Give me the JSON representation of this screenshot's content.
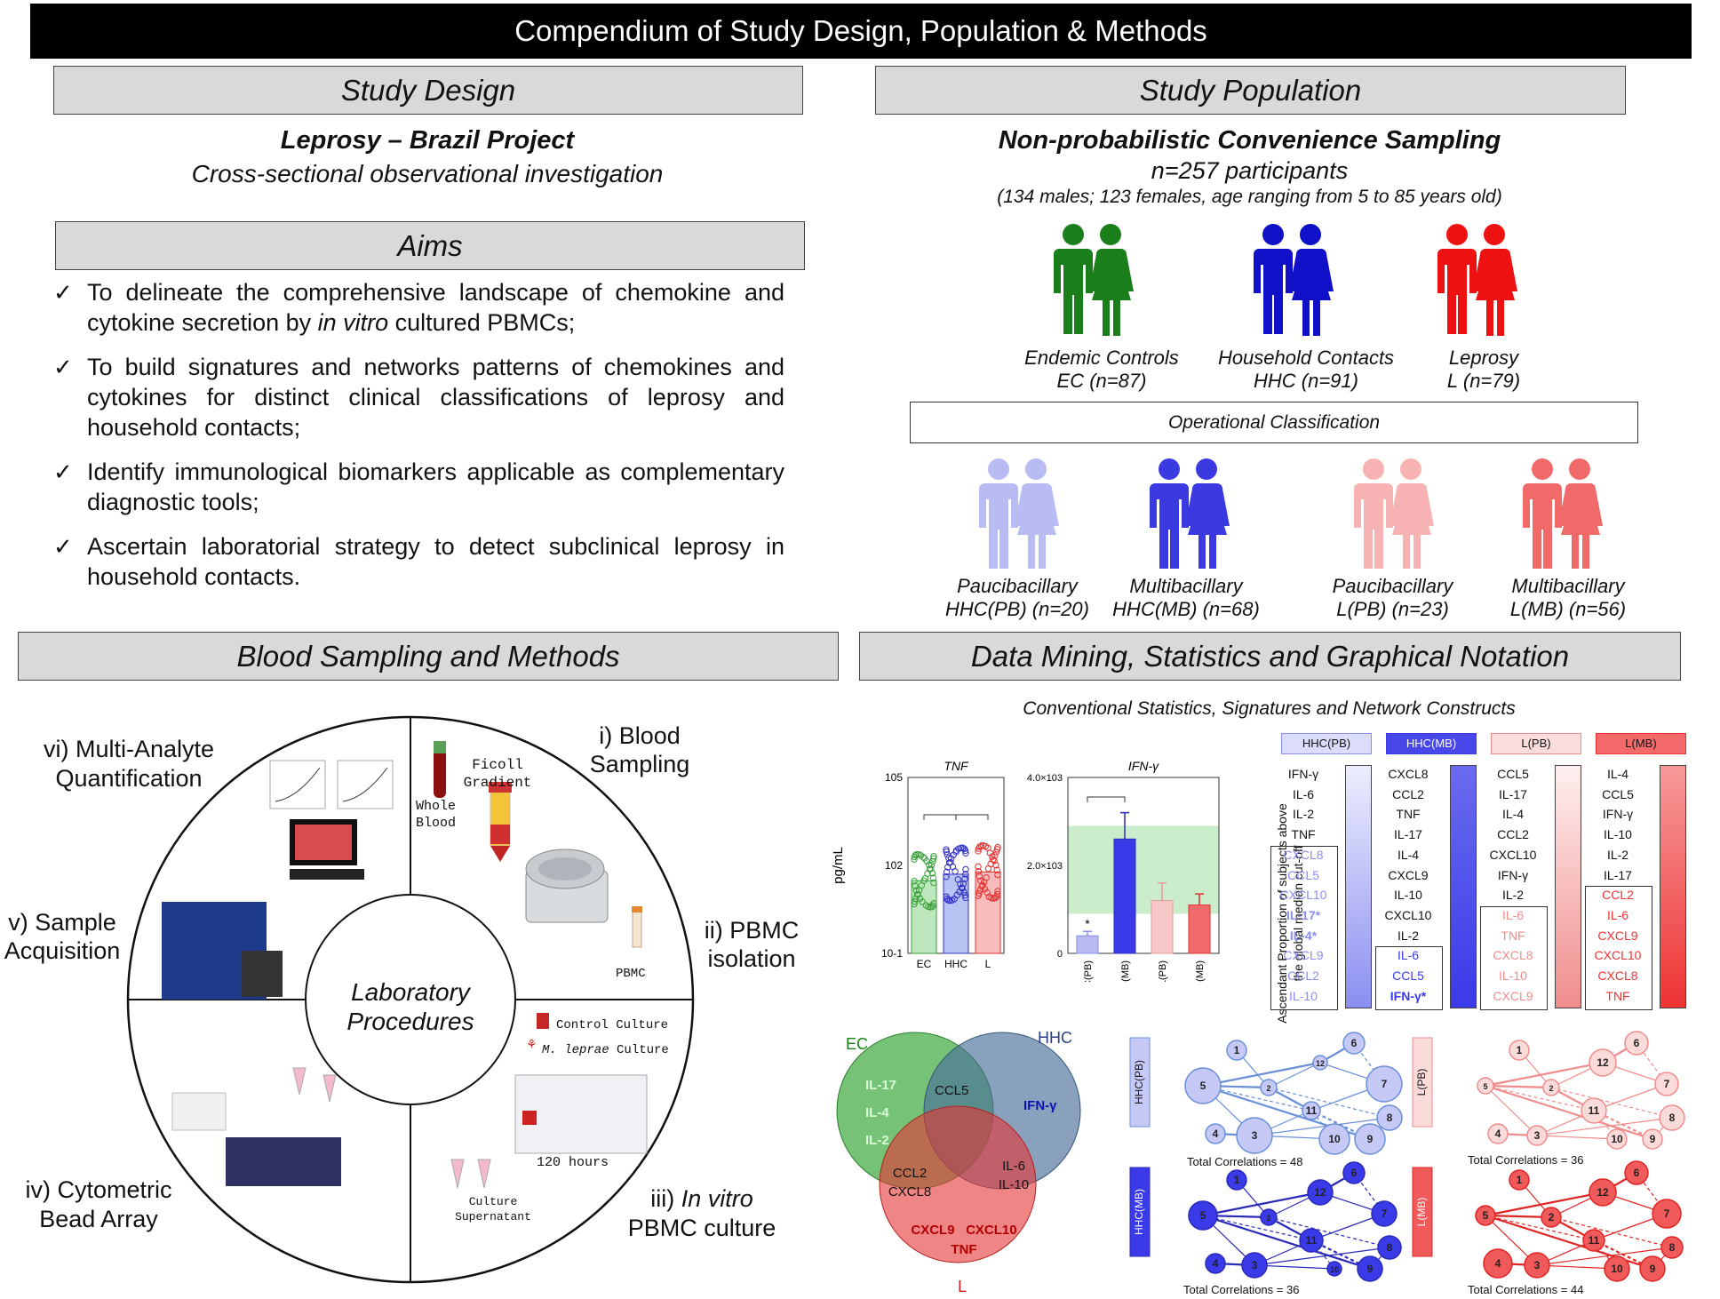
{
  "title": "Compendium of Study Design, Population & Methods",
  "study_design": {
    "header": "Study Design",
    "project": "Leprosy – Brazil Project",
    "type": "Cross-sectional observational investigation"
  },
  "aims": {
    "header": "Aims",
    "items": [
      {
        "pre": "To delineate the comprehensive landscape of chemokine and cytokine secretion by ",
        "italic": "in vitro",
        "post": " cultured PBMCs;"
      },
      {
        "pre": "To build signatures and networks patterns of chemokines and cytokines for distinct clinical classifications of leprosy and household contacts;",
        "italic": "",
        "post": ""
      },
      {
        "pre": "Identify immunological biomarkers applicable as complementary diagnostic tools;",
        "italic": "",
        "post": ""
      },
      {
        "pre": "Ascertain laboratorial strategy to detect subclinical leprosy in household contacts.",
        "italic": "",
        "post": ""
      }
    ]
  },
  "population": {
    "header": "Study Population",
    "sampling": "Non-probabilistic Convenience Sampling",
    "n": "n=257 participants",
    "demo": "(134 males; 123 females, age ranging from 5 to 85 years old)",
    "groups": [
      {
        "name": "Endemic Controls",
        "code": "EC (n=87)",
        "color": "#1a7f1a"
      },
      {
        "name": "Household Contacts",
        "code": "HHC (n=91)",
        "color": "#1010c8"
      },
      {
        "name": "Leprosy",
        "code": "L (n=79)",
        "color": "#ee1111"
      }
    ],
    "op_class": "Operational Classification",
    "subgroups": [
      {
        "name": "Paucibacillary",
        "code": "HHC(PB) (n=20)",
        "color": "#b9bbf3"
      },
      {
        "name": "Multibacillary",
        "code": "HHC(MB) (n=68)",
        "color": "#3a3ae0"
      },
      {
        "name": "Paucibacillary",
        "code": "L(PB) (n=23)",
        "color": "#f7b3b3"
      },
      {
        "name": "Multibacillary",
        "code": "L(MB) (n=56)",
        "color": "#f06a6a"
      }
    ]
  },
  "methods": {
    "header": "Blood Sampling and Methods",
    "center": [
      "Laboratory",
      "Procedures"
    ],
    "steps": {
      "s1": [
        "i) Blood",
        "Sampling"
      ],
      "s2": [
        "ii) PBMC",
        "isolation"
      ],
      "s3a": "iii) ",
      "s3b": "In vitro",
      "s3c": "PBMC culture",
      "s4": [
        "iv) Cytometric",
        "Bead Array"
      ],
      "s5": [
        "v) Sample",
        "Acquisition"
      ],
      "s6": [
        "vi) Multi-Analyte",
        "Quantification"
      ]
    },
    "labels": {
      "whole_blood": [
        "Whole",
        "Blood"
      ],
      "ficoll": [
        "Ficoll",
        "Gradient"
      ],
      "pbmc": "PBMC",
      "control_culture": "Control Culture",
      "mleprae_a": "M. leprae",
      "mleprae_b": " Culture",
      "hours": "120 hours",
      "supernatant": [
        "Culture",
        "Supernatant"
      ]
    }
  },
  "data_mining": {
    "header": "Data Mining, Statistics and Graphical Notation",
    "subtitle": "Conventional Statistics, Signatures and Network Constructs",
    "ylabel_signature": [
      "Ascendant Proportion of subjects above",
      "the global median cut-off"
    ],
    "signatures": [
      {
        "title": "HHC(PB)",
        "items": [
          "IFN-γ",
          "IL-6",
          "IL-2",
          "TNF",
          "CXCL8",
          "CCL5",
          "CXCL10",
          "IL-17*",
          "IL-4*",
          "CXCL9",
          "CCL2",
          "IL-10"
        ],
        "boxed_from": 4,
        "color": "#8a8ef0",
        "light": "#dcdcfb"
      },
      {
        "title": "HHC(MB)",
        "items": [
          "CXCL8",
          "CCL2",
          "TNF",
          "IL-17",
          "IL-4",
          "CXCL9",
          "IL-10",
          "CXCL10",
          "IL-2",
          "IL-6",
          "CCL5",
          "IFN-γ*"
        ],
        "boxed_from": 9,
        "color": "#3a3ae8",
        "light": "#4848ea"
      },
      {
        "title": "L(PB)",
        "items": [
          "CCL5",
          "IL-17",
          "IL-4",
          "CCL2",
          "CXCL10",
          "IFN-γ",
          "IL-2",
          "IL-6",
          "TNF",
          "CXCL8",
          "IL-10",
          "CXCL9"
        ],
        "boxed_from": 7,
        "color": "#f08c8c",
        "light": "#fbdcdc"
      },
      {
        "title": "L(MB)",
        "items": [
          "IL-4",
          "CCL5",
          "IFN-γ",
          "IL-10",
          "IL-2",
          "IL-17",
          "CCL2",
          "IL-6",
          "CXCL9",
          "CXCL10",
          "CXCL8",
          "TNF"
        ],
        "boxed_from": 6,
        "color": "#ee3333",
        "light": "#f46a6a"
      }
    ],
    "venn": {
      "sets": [
        "EC",
        "HHC",
        "L"
      ],
      "ec_only": [
        "IL-17",
        "IL-4",
        "IL-2"
      ],
      "ec_hhc": "CCL5",
      "hhc_only": "IFN-γ",
      "ec_l": [
        "CCL2",
        "CXCL8"
      ],
      "hhc_l": [
        "IL-6",
        "IL-10"
      ],
      "l_only": [
        "CXCL9",
        "CXCL10",
        "TNF"
      ]
    },
    "networks": [
      {
        "label": "HHC(PB)",
        "total": "Total Correlations = 48"
      },
      {
        "label": "L(PB)",
        "total": "Total Correlations = 36"
      },
      {
        "label": "HHC(MB)",
        "total": "Total Correlations = 36"
      },
      {
        "label": "L(MB)",
        "total": "Total Correlations = 44"
      }
    ]
  },
  "chart_data": [
    {
      "type": "scatter",
      "title": "TNF",
      "categories": [
        "EC",
        "HHC",
        "L"
      ],
      "ylabel": "pg/mL",
      "yscale": "log",
      "yticks": [
        "10^-1",
        "10^2",
        "10^5"
      ],
      "ylim": [
        0.1,
        100000
      ],
      "median": [
        30,
        50,
        60
      ]
    },
    {
      "type": "bar",
      "title": "IFN-γ",
      "categories": [
        "HHC(PB)",
        "HHC(MB)",
        "L(PB)",
        "L(MB)"
      ],
      "values": [
        400,
        2600,
        1200,
        1100
      ],
      "errors": [
        100,
        600,
        400,
        250
      ],
      "yticks": [
        "0",
        "2.0×10^3",
        "4.0×10^3"
      ],
      "ylim": [
        0,
        4000
      ],
      "reference_band": [
        900,
        2900
      ],
      "annotations": [
        "*"
      ]
    }
  ]
}
